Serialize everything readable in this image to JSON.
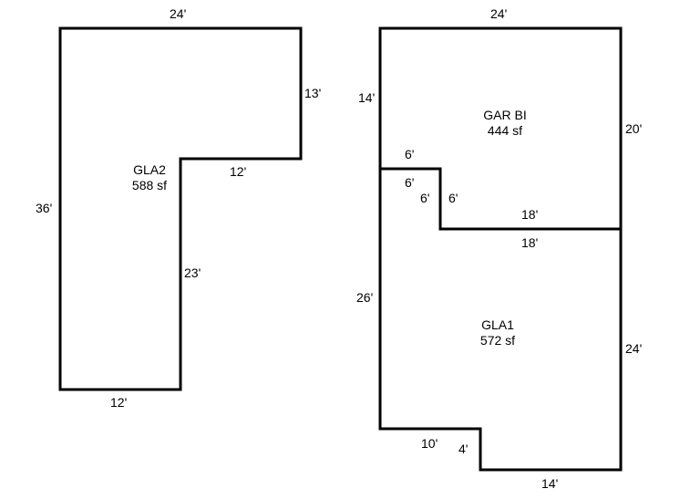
{
  "plan_left": {
    "area": {
      "name": "GLA2",
      "size": "588 sf"
    },
    "dims": {
      "top": "24'",
      "left": "36'",
      "right_upper": "13'",
      "step": "12'",
      "inner_vertical": "23'",
      "bottom": "12'"
    }
  },
  "plan_right": {
    "garage": {
      "name": "GAR BI",
      "size": "444 sf"
    },
    "living": {
      "name": "GLA1",
      "size": "572 sf"
    },
    "dims": {
      "top": "24'",
      "left_upper": "14'",
      "right_upper": "20'",
      "notch_top_outer": "6'",
      "notch_top_inner": "6'",
      "notch_left": "6'",
      "notch_right": "6'",
      "divider_top": "18'",
      "divider_bottom": "18'",
      "left_lower": "26'",
      "right_lower": "24'",
      "bottom_left": "10'",
      "bottom_step": "4'",
      "bottom_right": "14'"
    }
  }
}
